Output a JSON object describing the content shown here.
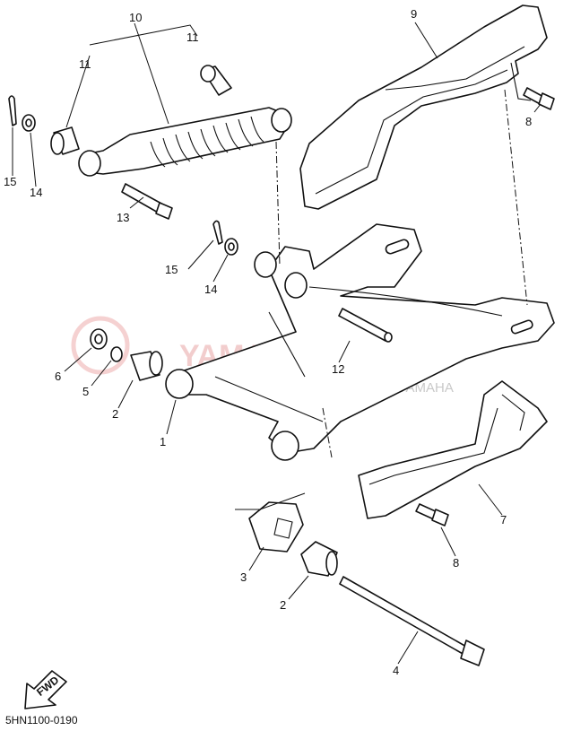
{
  "diagram": {
    "code": "5HN1100-0190",
    "fwd_label": "FWD",
    "watermark": {
      "main": "YAMA-SKLEP.PL",
      "sub": "WOLIŃSKI I DUBOWICZ | DEALER YAMAHA"
    },
    "callouts": [
      {
        "id": "c10",
        "label": "10"
      },
      {
        "id": "c11a",
        "label": "11"
      },
      {
        "id": "c11b",
        "label": "11"
      },
      {
        "id": "c9",
        "label": "9"
      },
      {
        "id": "c8a",
        "label": "8"
      },
      {
        "id": "c15a",
        "label": "15"
      },
      {
        "id": "c14a",
        "label": "14"
      },
      {
        "id": "c13",
        "label": "13"
      },
      {
        "id": "c15b",
        "label": "15"
      },
      {
        "id": "c14b",
        "label": "14"
      },
      {
        "id": "c12",
        "label": "12"
      },
      {
        "id": "c6",
        "label": "6"
      },
      {
        "id": "c5",
        "label": "5"
      },
      {
        "id": "c2a",
        "label": "2"
      },
      {
        "id": "c1",
        "label": "1"
      },
      {
        "id": "c7",
        "label": "7"
      },
      {
        "id": "c8b",
        "label": "8"
      },
      {
        "id": "c3",
        "label": "3"
      },
      {
        "id": "c2b",
        "label": "2"
      },
      {
        "id": "c4",
        "label": "4"
      }
    ]
  }
}
